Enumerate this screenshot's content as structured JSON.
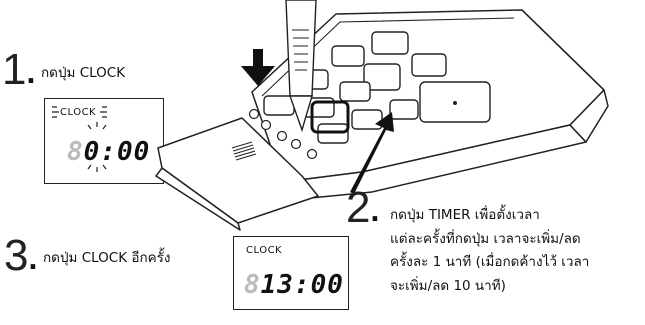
{
  "steps": [
    {
      "number": "1",
      "dot": ".",
      "text": "กดปุ่ม CLOCK",
      "display": {
        "label": "CLOCK",
        "digit_faint": "8",
        "digits": "0:00"
      }
    },
    {
      "number": "2",
      "dot": ".",
      "lines": [
        "กดปุ่ม TIMER เพื่อตั้งเวลา",
        "แต่ละครั้งที่กดปุ่ม เวลาจะเพิ่ม/ลด",
        "ครั้งละ 1 นาที (เมื่อกดค้างไว้ เวลา",
        "จะเพิ่ม/ลด 10 นาที)"
      ]
    },
    {
      "number": "3",
      "dot": ".",
      "text": "กดปุ่ม CLOCK อีกครั้ง",
      "display": {
        "label": "CLOCK",
        "digit_faint": "8",
        "digits": "13:00"
      }
    }
  ]
}
